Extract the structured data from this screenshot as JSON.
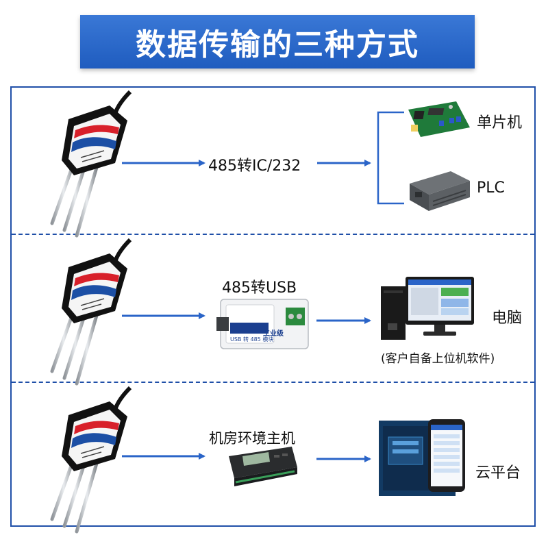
{
  "title": "数据传输的三种方式",
  "rows": [
    {
      "converter_label": "485转IC/232",
      "targets": [
        {
          "label": "单片机",
          "icon": "microcontroller-board-icon"
        },
        {
          "label": "PLC",
          "icon": "plc-module-icon"
        }
      ]
    },
    {
      "converter_label": "485转USB",
      "converter_icon": "usb-converter-icon",
      "converter_device_text": "工业级",
      "converter_device_subtext": "USB 转 485 模块",
      "converter_device_side": "USB",
      "target_label": "电脑",
      "target_note": "(客户自备上位机软件)",
      "target_icon": "desktop-computer-icon"
    },
    {
      "converter_label": "机房环境主机",
      "converter_icon": "environment-host-icon",
      "target_label": "云平台",
      "target_icon": "cloud-platform-icon"
    }
  ],
  "sensor_icon": "soil-sensor-icon",
  "colors": {
    "banner": "#2a6ad0",
    "frame": "#1f4fa8",
    "arrow": "#2a64c8",
    "sensor_body": "#111111",
    "sensor_red": "#d8202a",
    "sensor_blue": "#1c4fa5"
  }
}
